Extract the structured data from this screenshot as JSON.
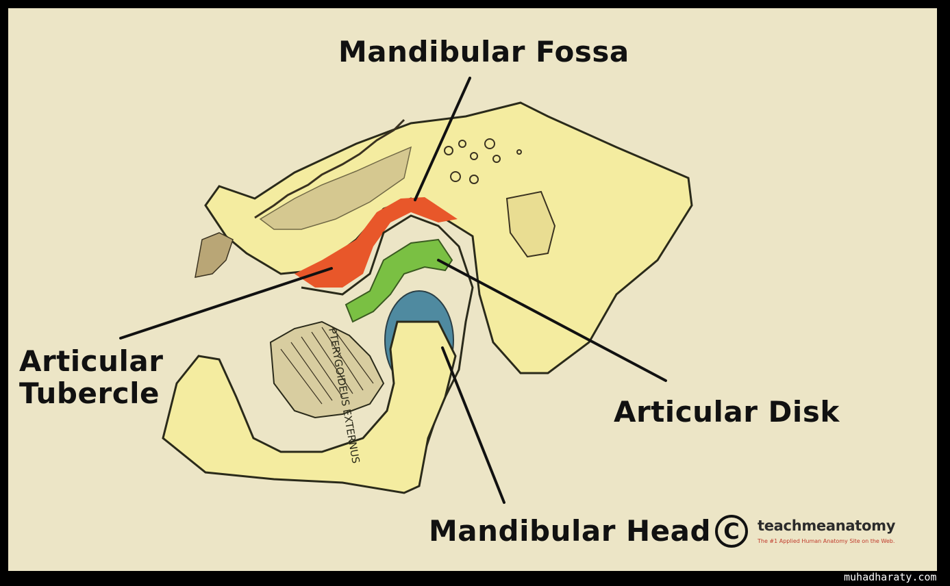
{
  "labels": {
    "mandibular_fossa": "Mandibular Fossa",
    "articular_tubercle_line1": "Articular",
    "articular_tubercle_line2": "Tubercle",
    "articular_disk": "Articular Disk",
    "mandibular_head": "Mandibular Head"
  },
  "muscle_text": "PTERYGOIDEUS EXTERNUS",
  "copyright_symbol": "C",
  "brand": {
    "name": "teachmeanatomy",
    "tagline": "The #1 Applied Human Anatomy Site on the Web."
  },
  "watermark": "muhadharaty.com",
  "colors": {
    "background": "#ece5c6",
    "bone": "#f4eca0",
    "fossa": "#e8572a",
    "disk": "#7ac043",
    "head": "#4f8aa0",
    "frame": "#000000"
  }
}
